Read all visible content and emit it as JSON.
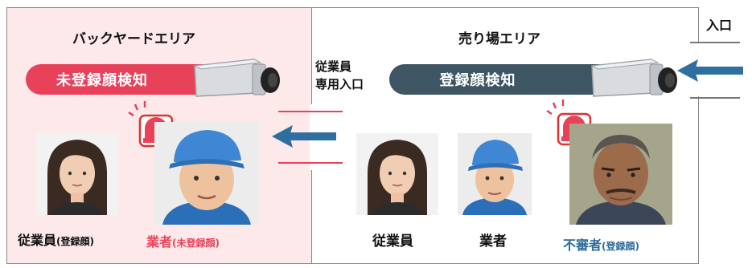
{
  "zones": {
    "backyard_title": "バックヤードエリア",
    "sales_title": "売り場エリア"
  },
  "entrance_label": "入口",
  "staff_entrance_label": "従業員\n専用入口",
  "detection": {
    "unregistered_label": "未登録顔検知",
    "registered_label": "登録顔検知"
  },
  "people": {
    "employee_registered": {
      "main": "従業員",
      "note": "(登録顔)"
    },
    "vendor_unregistered": {
      "main": "業者",
      "note": "(未登録顔)"
    },
    "employee": {
      "main": "従業員"
    },
    "vendor": {
      "main": "業者"
    },
    "suspicious_registered": {
      "main": "不審者",
      "note": "(登録顔)"
    }
  },
  "colors": {
    "alert_red": "#e8425a",
    "dark_bar": "#3e5563",
    "arrow_blue": "#2f6f9f",
    "suspicious_blue": "#2b6b9a",
    "backyard_bg": "#fde8ea"
  },
  "icons": [
    "camera-icon",
    "alarm-light-icon",
    "arrow-left-icon"
  ]
}
